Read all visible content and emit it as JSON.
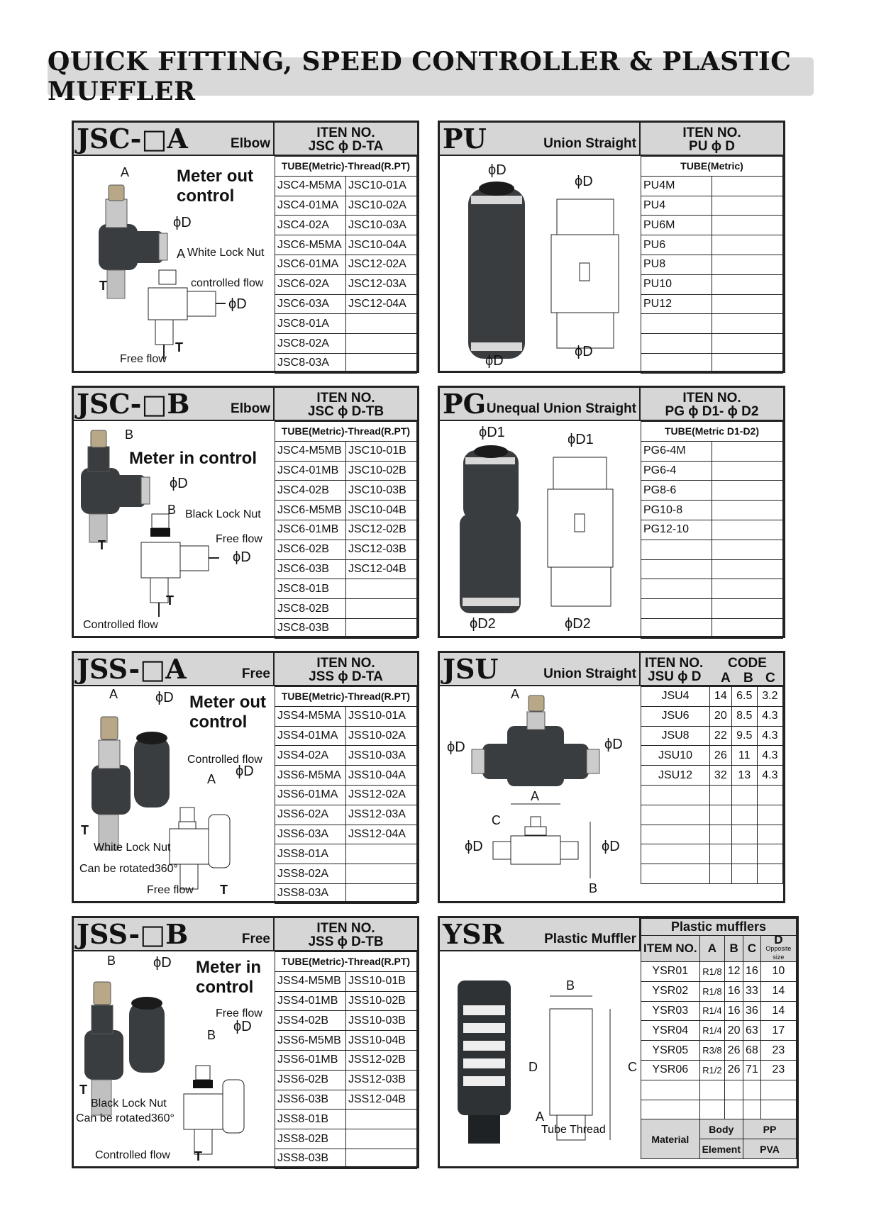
{
  "page_title": "QUICK FITTING, SPEED CONTROLLER & PLASTIC MUFFLER",
  "panels": {
    "jsc_a": {
      "code": "JSC-□A",
      "kind": "Elbow",
      "item_label": "ITEN NO.",
      "item_code": "JSC ϕ D-TA",
      "sub_header": "TUBE(Metric)-Thread(R.PT)",
      "rows": [
        [
          "JSC4-M5MA",
          "JSC10-01A"
        ],
        [
          "JSC4-01MA",
          "JSC10-02A"
        ],
        [
          "JSC4-02A",
          "JSC10-03A"
        ],
        [
          "JSC6-M5MA",
          "JSC10-04A"
        ],
        [
          "JSC6-01MA",
          "JSC12-02A"
        ],
        [
          "JSC6-02A",
          "JSC12-03A"
        ],
        [
          "JSC6-03A",
          "JSC12-04A"
        ],
        [
          "JSC8-01A",
          ""
        ],
        [
          "JSC8-02A",
          ""
        ],
        [
          "JSC8-03A",
          ""
        ]
      ],
      "labels": {
        "title": "Meter out control",
        "a1": "A",
        "d1": "ϕD",
        "nut": "White Lock Nut",
        "a2": "A",
        "flow1": "controlled flow",
        "d2": "ϕD",
        "t1": "T",
        "t2": "T",
        "flow2": "Free flow"
      }
    },
    "jsc_b": {
      "code": "JSC-□B",
      "kind": "Elbow",
      "item_label": "ITEN NO.",
      "item_code": "JSC ϕ D-TB",
      "sub_header": "TUBE(Metric)-Thread(R.PT)",
      "rows": [
        [
          "JSC4-M5MB",
          "JSC10-01B"
        ],
        [
          "JSC4-01MB",
          "JSC10-02B"
        ],
        [
          "JSC4-02B",
          "JSC10-03B"
        ],
        [
          "JSC6-M5MB",
          "JSC10-04B"
        ],
        [
          "JSC6-01MB",
          "JSC12-02B"
        ],
        [
          "JSC6-02B",
          "JSC12-03B"
        ],
        [
          "JSC6-03B",
          "JSC12-04B"
        ],
        [
          "JSC8-01B",
          ""
        ],
        [
          "JSC8-02B",
          ""
        ],
        [
          "JSC8-03B",
          ""
        ]
      ],
      "labels": {
        "title": "Meter in control",
        "a1": "B",
        "d1": "ϕD",
        "nut": "Black Lock Nut",
        "a2": "B",
        "flow1": "Free flow",
        "d2": "ϕD",
        "t1": "T",
        "t2": "T",
        "flow2": "Controlled flow"
      }
    },
    "jss_a": {
      "code": "JSS-□A",
      "kind": "Free",
      "item_label": "ITEN NO.",
      "item_code": "JSS ϕ D-TA",
      "sub_header": "TUBE(Metric)-Thread(R.PT)",
      "rows": [
        [
          "JSS4-M5MA",
          "JSS10-01A"
        ],
        [
          "JSS4-01MA",
          "JSS10-02A"
        ],
        [
          "JSS4-02A",
          "JSS10-03A"
        ],
        [
          "JSS6-M5MA",
          "JSS10-04A"
        ],
        [
          "JSS6-01MA",
          "JSS12-02A"
        ],
        [
          "JSS6-02A",
          "JSS12-03A"
        ],
        [
          "JSS6-03A",
          "JSS12-04A"
        ],
        [
          "JSS8-01A",
          ""
        ],
        [
          "JSS8-02A",
          ""
        ],
        [
          "JSS8-03A",
          ""
        ]
      ],
      "labels": {
        "title": "Meter out control",
        "a1": "A",
        "d1": "ϕD",
        "flow1": "Controlled flow",
        "d2": "ϕD",
        "a2": "A",
        "t1": "T",
        "nut": "White Lock Nut",
        "rot": "Can be rotated360°",
        "flow2": "Free flow",
        "t2": "T"
      }
    },
    "jss_b": {
      "code": "JSS-□B",
      "kind": "Free",
      "item_label": "ITEN NO.",
      "item_code": "JSS ϕ D-TB",
      "sub_header": "TUBE(Metric)-Thread(R.PT)",
      "rows": [
        [
          "JSS4-M5MB",
          "JSS10-01B"
        ],
        [
          "JSS4-01MB",
          "JSS10-02B"
        ],
        [
          "JSS4-02B",
          "JSS10-03B"
        ],
        [
          "JSS6-M5MB",
          "JSS10-04B"
        ],
        [
          "JSS6-01MB",
          "JSS12-02B"
        ],
        [
          "JSS6-02B",
          "JSS12-03B"
        ],
        [
          "JSS6-03B",
          "JSS12-04B"
        ],
        [
          "JSS8-01B",
          ""
        ],
        [
          "JSS8-02B",
          ""
        ],
        [
          "JSS8-03B",
          ""
        ]
      ],
      "labels": {
        "title": "Meter in control",
        "a1": "B",
        "d1": "ϕD",
        "flow1": "Free flow",
        "d2": "ϕD",
        "a2": "B",
        "t1": "T",
        "nut": "Black Lock Nut",
        "rot": "Can be rotated360°",
        "flow2": "Controlled flow",
        "t2": "T"
      }
    },
    "pu": {
      "code": "PU",
      "kind": "Union Straight",
      "item_label": "ITEN NO.",
      "item_code": "PU ϕ D",
      "sub_header": "TUBE(Metric)",
      "rows": [
        [
          "PU4M",
          ""
        ],
        [
          "PU4",
          ""
        ],
        [
          "PU6M",
          ""
        ],
        [
          "PU6",
          ""
        ],
        [
          "PU8",
          ""
        ],
        [
          "PU10",
          ""
        ],
        [
          "PU12",
          ""
        ],
        [
          "",
          ""
        ],
        [
          "",
          ""
        ],
        [
          "",
          ""
        ]
      ],
      "labels": {
        "d1": "ϕD",
        "d2": "ϕD",
        "d3": "ϕD",
        "d4": "ϕD"
      }
    },
    "pg": {
      "code": "PG",
      "kind": "Unequal Union Straight",
      "item_label": "ITEN NO.",
      "item_code": "PG ϕ D1- ϕ D2",
      "sub_header": "TUBE(Metric D1-D2)",
      "rows": [
        [
          "PG6-4M",
          ""
        ],
        [
          "PG6-4",
          ""
        ],
        [
          "PG8-6",
          ""
        ],
        [
          "PG10-8",
          ""
        ],
        [
          "PG12-10",
          ""
        ],
        [
          "",
          ""
        ],
        [
          "",
          ""
        ],
        [
          "",
          ""
        ],
        [
          "",
          ""
        ],
        [
          "",
          ""
        ]
      ],
      "labels": {
        "d1": "ϕD1",
        "d2": "ϕD1",
        "d3": "ϕD2",
        "d4": "ϕD2"
      }
    },
    "jsu": {
      "code": "JSU",
      "kind": "Union Straight",
      "item_label": "ITEN NO.",
      "item_code": "JSU ϕ D",
      "code_label": "CODE",
      "cols": [
        "A",
        "B",
        "C"
      ],
      "rows": [
        [
          "JSU4",
          "14",
          "6.5",
          "3.2"
        ],
        [
          "JSU6",
          "20",
          "8.5",
          "4.3"
        ],
        [
          "JSU8",
          "22",
          "9.5",
          "4.3"
        ],
        [
          "JSU10",
          "26",
          "11",
          "4.3"
        ],
        [
          "JSU12",
          "32",
          "13",
          "4.3"
        ],
        [
          "",
          "",
          "",
          ""
        ],
        [
          "",
          "",
          "",
          ""
        ],
        [
          "",
          "",
          "",
          ""
        ],
        [
          "",
          "",
          "",
          ""
        ],
        [
          "",
          "",
          "",
          ""
        ]
      ],
      "labels": {
        "a1": "A",
        "d1": "ϕD",
        "d2": "ϕD",
        "a2": "A",
        "c": "C",
        "d3": "ϕD",
        "d4": "ϕD",
        "b": "B"
      }
    },
    "ysr": {
      "code": "YSR",
      "kind": "Plastic Muffler",
      "group": "Plastic mufflers",
      "headers": [
        "ITEM NO.",
        "A",
        "B",
        "C",
        "D"
      ],
      "d_sub": "Opposite size",
      "rows": [
        [
          "YSR01",
          "R1/8",
          "12",
          "16",
          "10"
        ],
        [
          "YSR02",
          "R1/8",
          "16",
          "33",
          "14"
        ],
        [
          "YSR03",
          "R1/4",
          "16",
          "36",
          "14"
        ],
        [
          "YSR04",
          "R1/4",
          "20",
          "63",
          "17"
        ],
        [
          "YSR05",
          "R3/8",
          "26",
          "68",
          "23"
        ],
        [
          "YSR06",
          "R1/2",
          "26",
          "71",
          "23"
        ],
        [
          "",
          "",
          "",
          "",
          ""
        ],
        [
          "",
          "",
          "",
          "",
          ""
        ]
      ],
      "material": {
        "label": "Material",
        "body_label": "Body",
        "body": "PP",
        "element_label": "Element",
        "element": "PVA"
      },
      "labels": {
        "b": "B",
        "c": "C",
        "d": "D",
        "a": "A",
        "thread": "Tube Thread"
      }
    }
  }
}
